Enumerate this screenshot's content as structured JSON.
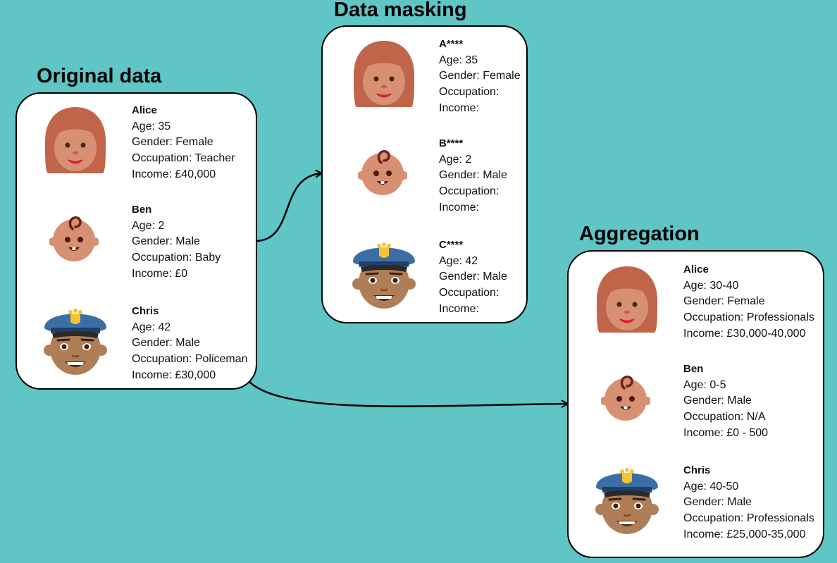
{
  "sections": {
    "original": {
      "title": "Original data",
      "people": [
        {
          "avatar": "woman-face-icon",
          "name": "Alice",
          "age": "Age: 35",
          "gender": "Gender: Female",
          "occupation": "Occupation: Teacher",
          "income": "Income:  £40,000"
        },
        {
          "avatar": "baby-face-icon",
          "name": "Ben",
          "age": "Age: 2",
          "gender": "Gender: Male",
          "occupation": "Occupation: Baby",
          "income": "Income:  £0"
        },
        {
          "avatar": "police-officer-face-icon",
          "name": "Chris",
          "age": "Age: 42",
          "gender": "Gender: Male",
          "occupation": "Occupation: Policeman",
          "income": "Income:  £30,000"
        }
      ]
    },
    "masking": {
      "title": "Data masking",
      "people": [
        {
          "avatar": "woman-face-icon",
          "name": "A****",
          "age": "Age: 35",
          "gender": "Gender: Female",
          "occupation": "Occupation:",
          "income": "Income:"
        },
        {
          "avatar": "baby-face-icon",
          "name": "B****",
          "age": "Age: 2",
          "gender": "Gender: Male",
          "occupation": "Occupation:",
          "income": "Income:"
        },
        {
          "avatar": "police-officer-face-icon",
          "name": "C****",
          "age": "Age: 42",
          "gender": "Gender: Male",
          "occupation": "Occupation:",
          "income": "Income:"
        }
      ]
    },
    "aggregation": {
      "title": "Aggregation",
      "people": [
        {
          "avatar": "woman-face-icon",
          "name": "Alice",
          "age": "Age: 30-40",
          "gender": "Gender: Female",
          "occupation": "Occupation: Professionals",
          "income": "Income: £30,000-40,000"
        },
        {
          "avatar": "baby-face-icon",
          "name": "Ben",
          "age": "Age: 0-5",
          "gender": "Gender: Male",
          "occupation": "Occupation: N/A",
          "income": "Income: £0 - 500"
        },
        {
          "avatar": "police-officer-face-icon",
          "name": "Chris",
          "age": "Age: 40-50",
          "gender": "Gender: Male",
          "occupation": "Occupation: Professionals",
          "income": "Income: £25,000-35,000"
        }
      ]
    }
  },
  "colors": {
    "background": "#5fc5c5",
    "skin_light": "#d89073",
    "hair_auburn": "#c0654a",
    "skin_dark": "#af7e57",
    "cap_blue": "#3b6ea5",
    "badge_gold": "#f4c430"
  }
}
